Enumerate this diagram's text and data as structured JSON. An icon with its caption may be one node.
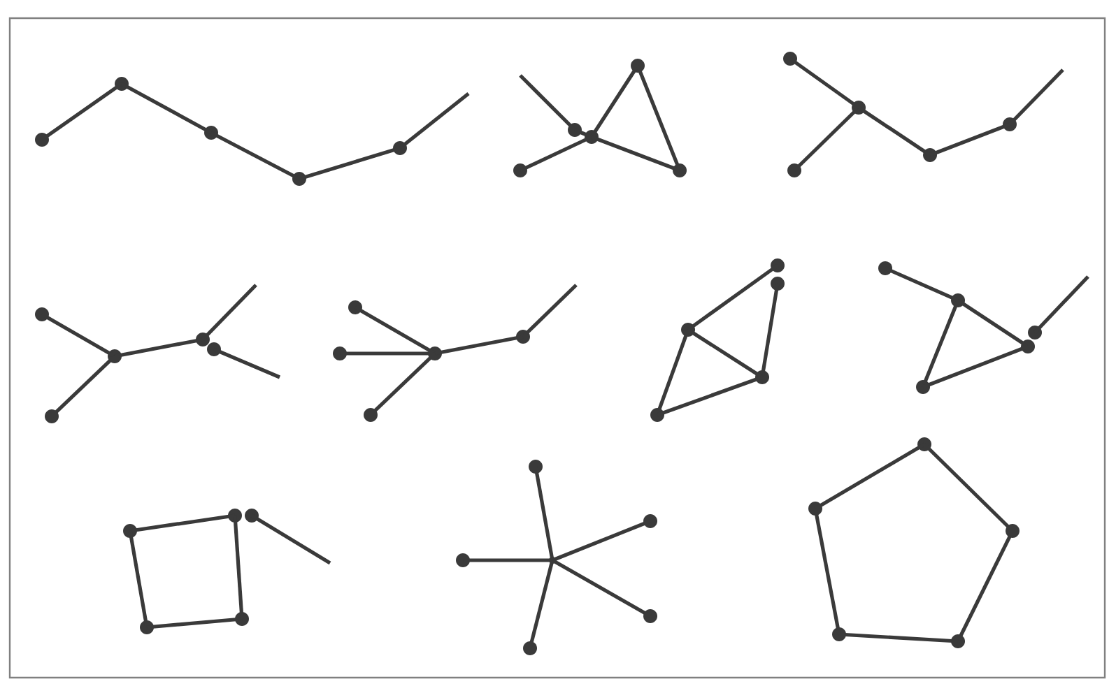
{
  "diagram": {
    "nodes": [
      {
        "text": [],
        "shape": "circle"
      },
      {
        "text": [],
        "shape": "circle"
      },
      {
        "text": [],
        "shape": "circle"
      },
      {
        "text": [],
        "shape": "circle"
      },
      {
        "text": [],
        "shape": "circle"
      },
      {
        "text": [],
        "shape": "circle"
      },
      {
        "text": [],
        "shape": "circle"
      },
      {
        "text": [],
        "shape": "circle"
      },
      {
        "text": [],
        "shape": "circle"
      },
      {
        "text": [],
        "shape": "circle"
      },
      {
        "text": [],
        "shape": "circle"
      },
      {
        "text": [],
        "shape": "circle"
      },
      {
        "text": [],
        "shape": "circle"
      },
      {
        "text": [],
        "shape": "circle"
      },
      {
        "text": [],
        "shape": "circle"
      },
      {
        "text": [],
        "shape": "circle"
      },
      {
        "text": [],
        "shape": "circle"
      },
      {
        "text": [],
        "shape": "circle"
      },
      {
        "text": [],
        "shape": "circle"
      },
      {
        "text": [],
        "shape": "circle"
      },
      {
        "text": [],
        "shape": "circle"
      },
      {
        "text": [],
        "shape": "circle"
      },
      {
        "text": [],
        "shape": "circle"
      },
      {
        "text": [],
        "shape": "circle"
      },
      {
        "text": [],
        "shape": "circle"
      },
      {
        "text": [],
        "shape": "circle"
      },
      {
        "text": [],
        "shape": "circle"
      },
      {
        "text": [],
        "shape": "circle"
      },
      {
        "text": [],
        "shape": "circle"
      },
      {
        "text": [],
        "shape": "circle"
      },
      {
        "text": [],
        "shape": "circle"
      },
      {
        "text": [],
        "shape": "circle"
      },
      {
        "text": [],
        "shape": "circle"
      },
      {
        "text": [],
        "shape": "circle"
      },
      {
        "text": [],
        "shape": "circle"
      },
      {
        "text": [],
        "shape": "circle"
      },
      {
        "text": [],
        "shape": "circle"
      },
      {
        "text": [],
        "shape": "circle"
      },
      {
        "text": [],
        "shape": "circle"
      },
      {
        "text": [],
        "shape": "circle"
      },
      {
        "text": [],
        "shape": "circle"
      },
      {
        "text": [],
        "shape": "circle"
      },
      {
        "text": [],
        "shape": "circle"
      },
      {
        "text": [],
        "shape": "point"
      },
      {
        "text": [],
        "shape": "circle"
      },
      {
        "text": [],
        "shape": "circle"
      },
      {
        "text": [],
        "shape": "circle"
      },
      {
        "text": [],
        "shape": "circle"
      },
      {
        "text": [],
        "shape": "circle"
      },
      {
        "text": [],
        "shape": "circle"
      },
      {
        "text": [],
        "shape": "circle"
      }
    ],
    "edges": [
      {
        "from": 0,
        "to": 1,
        "arrow": "none"
      },
      {
        "from": 1,
        "to": 2,
        "arrow": "none"
      },
      {
        "from": 2,
        "to": 3,
        "arrow": "none"
      },
      {
        "from": 3,
        "to": 4,
        "arrow": "none"
      },
      {
        "from": 4,
        "to": null,
        "arrow": "none"
      },
      {
        "from": null,
        "to": 6,
        "arrow": "none"
      },
      {
        "from": 6,
        "to": 7,
        "arrow": "none"
      },
      {
        "from": 7,
        "to": 5,
        "arrow": "none"
      },
      {
        "from": 5,
        "to": 9,
        "arrow": "none"
      },
      {
        "from": 7,
        "to": 9,
        "arrow": "none"
      },
      {
        "from": 8,
        "to": 7,
        "arrow": "none"
      },
      {
        "from": 10,
        "to": 11,
        "arrow": "none"
      },
      {
        "from": 11,
        "to": 12,
        "arrow": "none"
      },
      {
        "from": 11,
        "to": 13,
        "arrow": "none"
      },
      {
        "from": 13,
        "to": 14,
        "arrow": "none"
      },
      {
        "from": 14,
        "to": null,
        "arrow": "none"
      },
      {
        "from": 15,
        "to": 18,
        "arrow": "none"
      },
      {
        "from": 19,
        "to": 18,
        "arrow": "none"
      },
      {
        "from": 18,
        "to": 16,
        "arrow": "none"
      },
      {
        "from": 16,
        "to": null,
        "arrow": "none"
      },
      {
        "from": 17,
        "to": null,
        "arrow": "none"
      },
      {
        "from": 20,
        "to": 22,
        "arrow": "none"
      },
      {
        "from": 21,
        "to": 22,
        "arrow": "none"
      },
      {
        "from": 24,
        "to": 22,
        "arrow": "none"
      },
      {
        "from": 22,
        "to": 23,
        "arrow": "none"
      },
      {
        "from": 23,
        "to": null,
        "arrow": "none"
      },
      {
        "from": 27,
        "to": 25,
        "arrow": "none"
      },
      {
        "from": 26,
        "to": 28,
        "arrow": "none"
      },
      {
        "from": 27,
        "to": 28,
        "arrow": "none"
      },
      {
        "from": 27,
        "to": 29,
        "arrow": "none"
      },
      {
        "from": 29,
        "to": 28,
        "arrow": "none"
      },
      {
        "from": 30,
        "to": 31,
        "arrow": "none"
      },
      {
        "from": 31,
        "to": 33,
        "arrow": "none"
      },
      {
        "from": 31,
        "to": 34,
        "arrow": "none"
      },
      {
        "from": 34,
        "to": 33,
        "arrow": "none"
      },
      {
        "from": 32,
        "to": null,
        "arrow": "none"
      },
      {
        "from": 37,
        "to": 35,
        "arrow": "none"
      },
      {
        "from": 37,
        "to": 39,
        "arrow": "none"
      },
      {
        "from": 39,
        "to": 38,
        "arrow": "none"
      },
      {
        "from": 38,
        "to": 35,
        "arrow": "none"
      },
      {
        "from": 36,
        "to": null,
        "arrow": "none"
      },
      {
        "from": 40,
        "to": 43,
        "arrow": "none"
      },
      {
        "from": 41,
        "to": 43,
        "arrow": "none"
      },
      {
        "from": 42,
        "to": 43,
        "arrow": "none"
      },
      {
        "from": 44,
        "to": 43,
        "arrow": "none"
      },
      {
        "from": 45,
        "to": 43,
        "arrow": "none"
      },
      {
        "from": 46,
        "to": 47,
        "arrow": "none"
      },
      {
        "from": 46,
        "to": 48,
        "arrow": "none"
      },
      {
        "from": 48,
        "to": 50,
        "arrow": "none"
      },
      {
        "from": 50,
        "to": 49,
        "arrow": "none"
      },
      {
        "from": 49,
        "to": 47,
        "arrow": "none"
      }
    ]
  }
}
